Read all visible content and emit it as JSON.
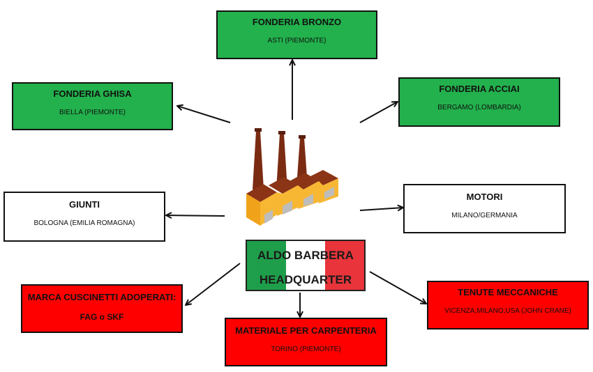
{
  "nodes": {
    "bronzo": {
      "title": "FONDERIA BRONZO",
      "subtitle": "ASTI (PIEMONTE)",
      "color": "#22b14c"
    },
    "ghisa": {
      "title": "FONDERIA GHISA",
      "subtitle": "BIELLA (PIEMONTE)",
      "color": "#22b14c"
    },
    "acciai": {
      "title": "FONDERIA ACCIAI",
      "subtitle": "BERGAMO (LOMBARDIA)",
      "color": "#22b14c"
    },
    "giunti": {
      "title": "GIUNTI",
      "subtitle": "BOLOGNA (EMILIA ROMAGNA)",
      "color": "#ffffff"
    },
    "motori": {
      "title": "MOTORI",
      "subtitle": "MILANO/GERMANIA",
      "color": "#ffffff"
    },
    "cuscinetti": {
      "title": "MARCA CUSCINETTI ADOPERATI:",
      "subtitle": "FAG o SKF",
      "color": "#ff0000"
    },
    "carpenteria": {
      "title": "MATERIALE PER CARPENTERIA",
      "subtitle": "TORINO (PIEMONTE)",
      "color": "#ff0000"
    },
    "tenute": {
      "title": "TENUTE MECCANICHE",
      "subtitle": "VICENZA,MILANO,USA (JOHN CRANE)",
      "color": "#ff0000"
    }
  },
  "headquarter": {
    "line1": "ALDO BARBERA",
    "line2": "HEADQUARTER",
    "flag_colors": [
      "#1e9e4a",
      "#ffffff",
      "#e8343a"
    ]
  }
}
